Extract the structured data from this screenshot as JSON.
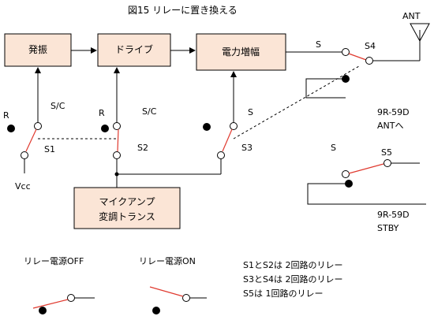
{
  "title": "図15 リレーに置き換える",
  "colors": {
    "box_fill": "#fbe5d6",
    "arm": "#e03a2f"
  },
  "blocks": {
    "oscillator": "発振",
    "driver": "ドライブ",
    "power_amp": "電力増幅",
    "mic_amp_line1": "マイクアンプ",
    "mic_amp_line2": "変調トランス"
  },
  "labels": {
    "ant": "ANT",
    "vcc": "Vcc",
    "r1": "R",
    "r2": "R",
    "sc1": "S/C",
    "sc2": "S/C",
    "s3_contact": "S",
    "s4_contact": "S",
    "s5_contact": "S",
    "s1": "S1",
    "s2": "S2",
    "s3": "S3",
    "s4": "S4",
    "s5": "S5",
    "rx_ant_model": "9R-59D",
    "rx_ant_to": "ANTへ",
    "rx_stby_model": "9R-59D",
    "rx_stby": "STBY"
  },
  "legend": {
    "off_label": "リレー電源OFF",
    "on_label": "リレー電源ON"
  },
  "notes": [
    "S1とS2は 2回路のリレー",
    "S3とS4は 2回路のリレー",
    "S5は 1回路のリレー"
  ],
  "arrow_icon": "arrow-right-icon",
  "antenna_icon": "antenna-icon"
}
